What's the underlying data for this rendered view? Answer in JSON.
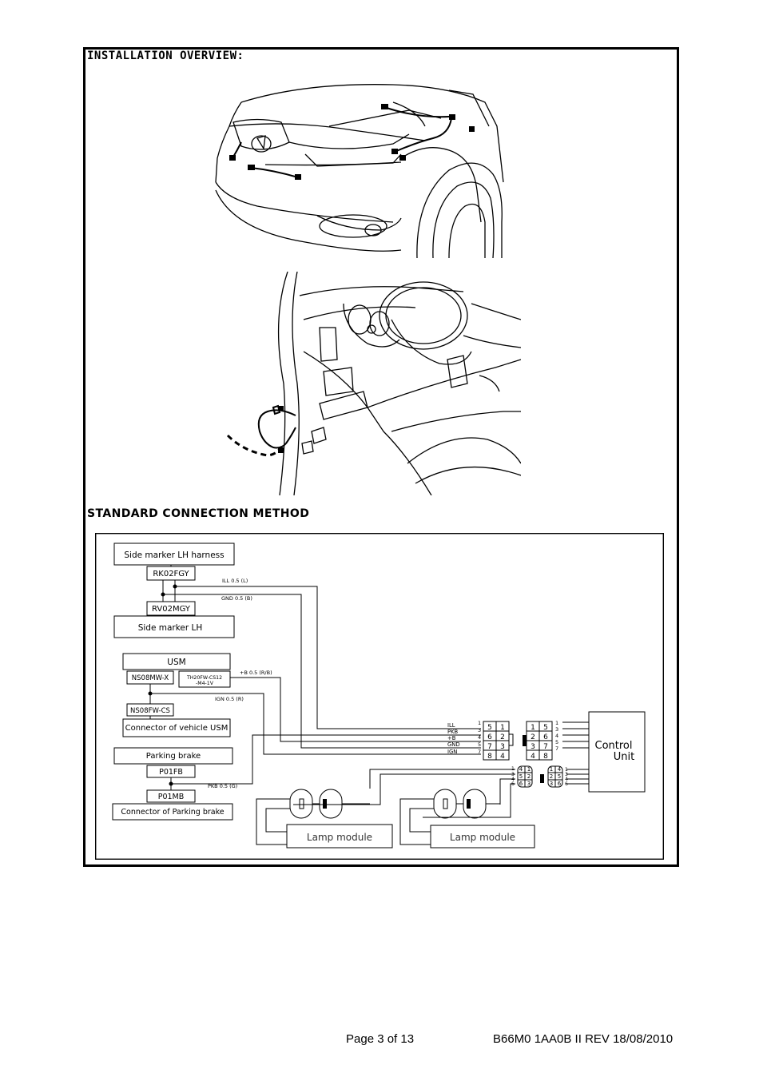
{
  "sections": {
    "overview_title": "INSTALLATION OVERVIEW:",
    "method_title": "STANDARD CONNECTION METHOD"
  },
  "diagram": {
    "side_marker_harness": "Side marker LH harness",
    "rk02fgy": "RK02FGY",
    "rv02mgy": "RV02MGY",
    "side_marker": "Side marker LH",
    "ill_wire": "ILL 0.5 (L)",
    "gnd_wire": "GND 0.5 (B)",
    "usm": "USM",
    "ns08mw": "NS08MW-X",
    "th20_line1": "TH20FW-CS12",
    "th20_line2": "-M4-1V",
    "plusb_wire": "+B 0.5 (R/B)",
    "ign_wire": "IGN 0.5 (R)",
    "ns08fw": "NS08FW-CS",
    "vehicle_usm": "Connector of vehicle USM",
    "parking_brake": "Parking brake",
    "p01fb": "P01FB",
    "pkb_wire": "PKB 0.5 (G)",
    "p01mb": "P01MB",
    "parking_connector": "Connector of Parking brake",
    "sig_ill": "ILL",
    "sig_pkb": "PKB",
    "sig_b": "+B",
    "sig_gnd": "GND",
    "sig_ign": "IGN",
    "left_pins": [
      "1",
      "3",
      "4",
      "5",
      "7"
    ],
    "conn1": [
      "5",
      "1",
      "6",
      "2",
      "7",
      "3",
      "8",
      "4"
    ],
    "conn2": [
      "1",
      "5",
      "2",
      "6",
      "3",
      "7",
      "4",
      "8"
    ],
    "right_pins": [
      "1",
      "3",
      "4",
      "5",
      "7"
    ],
    "control_unit_line1": "Control",
    "control_unit_line2": "Unit",
    "lamp_pins_left": [
      "1",
      "3",
      "4",
      "6"
    ],
    "lamp_pins_right": [
      "1",
      "3",
      "4",
      "6"
    ],
    "lamp_conn1": [
      "4",
      "1",
      "5",
      "2",
      "6",
      "3"
    ],
    "lamp_conn2": [
      "1",
      "4",
      "2",
      "5",
      "3",
      "6"
    ],
    "lamp_module_left": "Lamp module",
    "lamp_module_right": "Lamp module"
  },
  "footer": {
    "page": "Page 3 of 13",
    "doc_ref": "B66M0 1AA0B II REV 18/08/2010"
  }
}
